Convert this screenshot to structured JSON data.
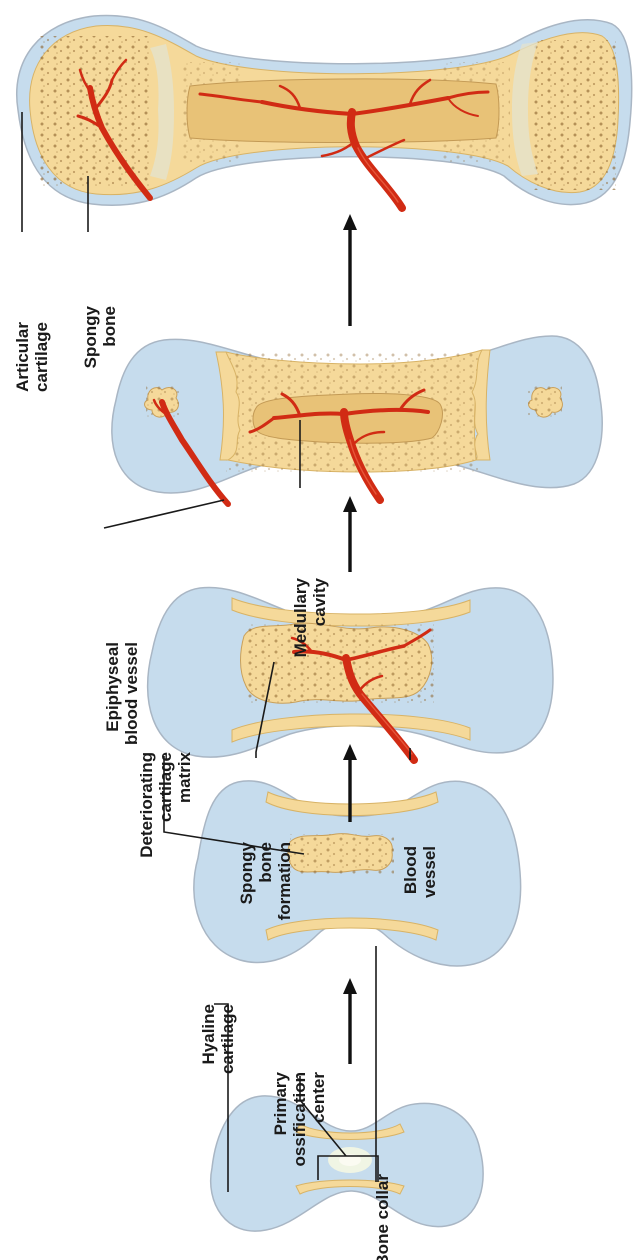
{
  "figure": {
    "background": "#ffffff",
    "colors": {
      "cartilage": "#c6dced",
      "cartilage_edge": "#a9b6c4",
      "bone": "#f5d99a",
      "bone_dark": "#e8c277",
      "spongy_pore": "#8f6630",
      "vessel": "#d12b14"
    },
    "stages": [
      {
        "labels": {
          "hyaline": [
            "Hyaline",
            "cartilage"
          ],
          "primary": [
            "Primary",
            "ossification",
            "center"
          ],
          "collar": "Bone collar"
        }
      },
      {
        "labels": {
          "deteriorating": [
            "Deteriorating",
            "cartilage",
            "matrix"
          ]
        }
      },
      {
        "labels": {
          "spongy_formation": [
            "Spongy",
            "bone",
            "formation"
          ],
          "blood_vessel": [
            "Blood",
            "vessel"
          ]
        }
      },
      {
        "labels": {
          "epiphyseal": [
            "Epiphyseal",
            "blood vessel"
          ],
          "medullary": [
            "Medullary",
            "cavity"
          ]
        }
      },
      {
        "labels": {
          "articular": [
            "Articular",
            "cartilage"
          ],
          "spongy": [
            "Spongy",
            "bone"
          ]
        }
      }
    ]
  }
}
